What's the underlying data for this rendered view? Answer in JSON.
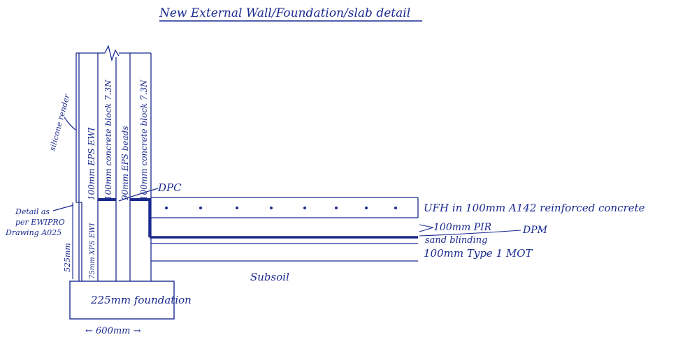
{
  "title": "New External Wall/Foundation/slab detail",
  "wall_layers": [
    "100mm EPS EWI",
    "100mm concrete block 7.3N",
    "90mm EPS beads",
    "100mm concrete block 7.3N"
  ],
  "labels": {
    "silicone_render": "silicone render",
    "dpc": "DPC",
    "detail_line1": "Detail as",
    "detail_line2": "per EWIPRO",
    "detail_line3": "Drawing A025",
    "depth_525": "525mm",
    "xps_ewi": "75mm XPS EWI",
    "ufh": "UFH in 100mm A142 reinforced concrete",
    "pir": "100mm PIR",
    "dpm": "DPM",
    "sand_blinding": "sand blinding",
    "type1": "100mm Type 1 MOT",
    "subsoil": "Subsoil",
    "foundation": "225mm foundation",
    "width_600": "← 600mm →"
  },
  "colors": {
    "ink": "#1a2a8f",
    "background": "#ffffff"
  }
}
